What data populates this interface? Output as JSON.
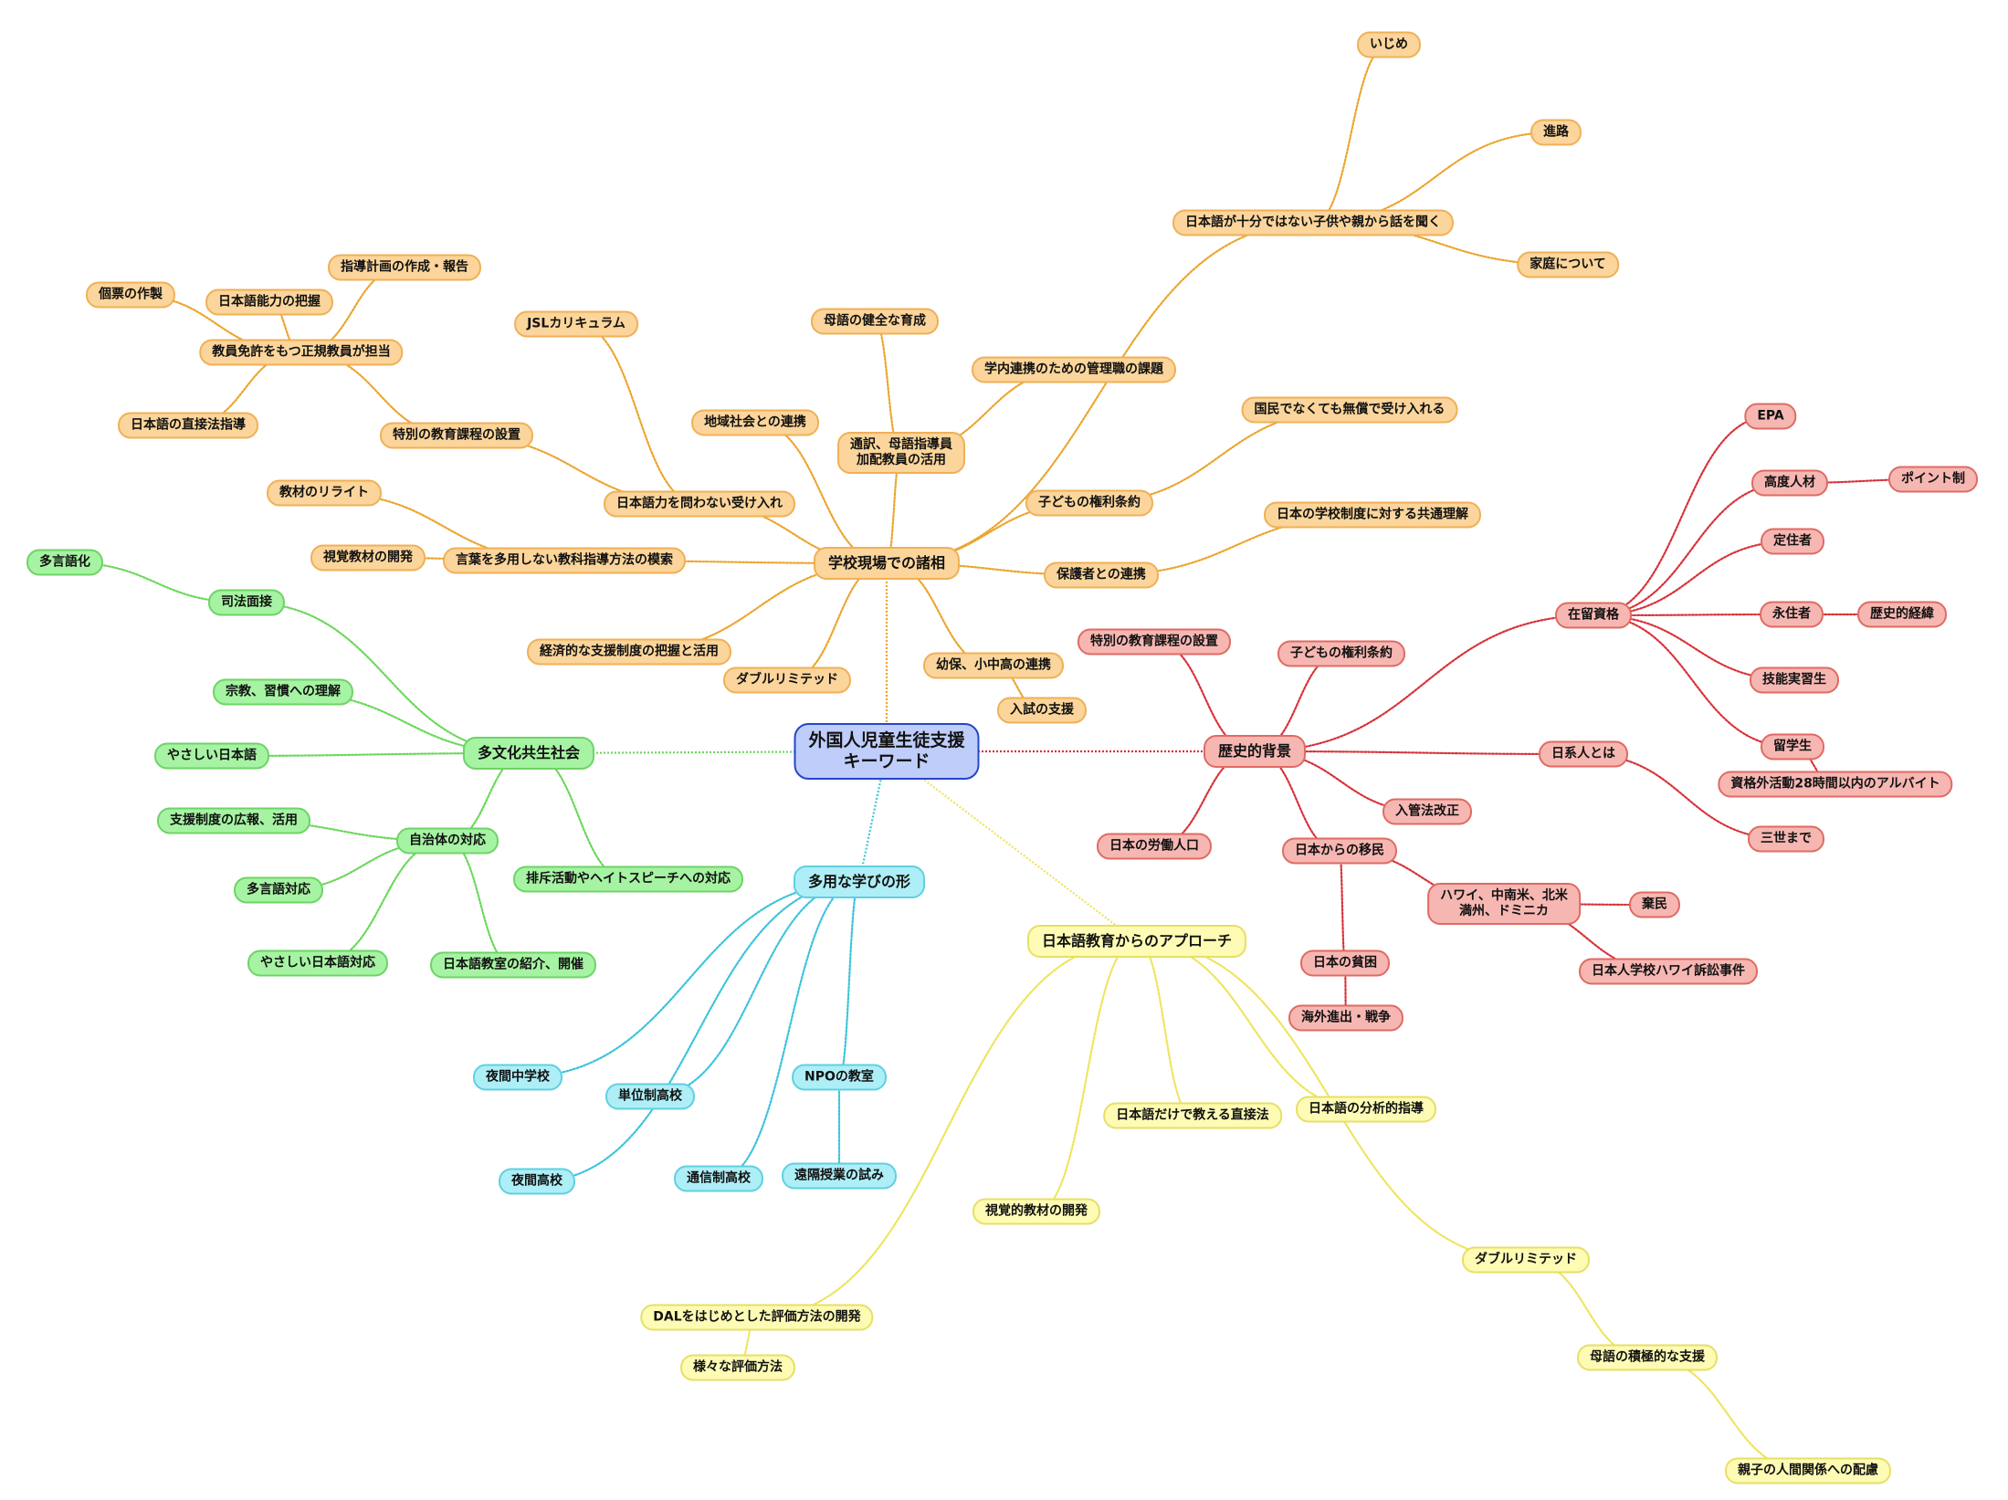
{
  "root": {
    "id": "root",
    "label": "外国人児童生徒支援\nキーワード"
  },
  "colors": {
    "orange": {
      "fill": "#fbd59b",
      "stroke": "#f0b056",
      "line": "#eca52e"
    },
    "green": {
      "fill": "#a6f3a3",
      "stroke": "#6dd466",
      "line": "#6ad85a"
    },
    "red": {
      "fill": "#f6b7b2",
      "stroke": "#e06a63",
      "line": "#d8323a"
    },
    "cyan": {
      "fill": "#aeeef6",
      "stroke": "#5fd0e1",
      "line": "#3cc3dc"
    },
    "yellow": {
      "fill": "#fdfbb4",
      "stroke": "#e7df66",
      "line": "#eee45a"
    },
    "root": {
      "fill": "#bfcdfb",
      "stroke": "#2546c9"
    }
  },
  "nodes": [
    {
      "id": "school",
      "label": "学校現場での諸相",
      "color": "orange",
      "parent": "root"
    },
    {
      "id": "s_jp_ok",
      "label": "日本語が十分ではない子供や親から話を聞く",
      "color": "orange",
      "parent": "school"
    },
    {
      "id": "s_ijime",
      "label": "いじめ",
      "color": "orange",
      "parent": "s_jp_ok"
    },
    {
      "id": "s_shinro",
      "label": "進路",
      "color": "orange",
      "parent": "s_jp_ok"
    },
    {
      "id": "s_katei",
      "label": "家庭について",
      "color": "orange",
      "parent": "s_jp_ok"
    },
    {
      "id": "s_kokumin",
      "label": "国民でなくても無償で受け入れる",
      "color": "orange",
      "parent": "s_kenri"
    },
    {
      "id": "s_kenri",
      "label": "子どもの権利条約",
      "color": "orange",
      "parent": "school"
    },
    {
      "id": "s_kyotsu",
      "label": "日本の学校制度に対する共通理解",
      "color": "orange",
      "parent": "s_hogosha"
    },
    {
      "id": "s_hogosha",
      "label": "保護者との連携",
      "color": "orange",
      "parent": "school"
    },
    {
      "id": "s_tsuyaku",
      "label": "通訳、母語指導員\n加配教員の活用",
      "color": "orange",
      "parent": "school"
    },
    {
      "id": "s_bogo",
      "label": "母語の健全な育成",
      "color": "orange",
      "parent": "s_tsuyaku"
    },
    {
      "id": "s_kanri",
      "label": "学内連携のための管理職の課題",
      "color": "orange",
      "parent": "s_tsuyaku"
    },
    {
      "id": "s_chiiki",
      "label": "地域社会との連携",
      "color": "orange",
      "parent": "school"
    },
    {
      "id": "s_ukeire",
      "label": "日本語力を問わない受け入れ",
      "color": "orange",
      "parent": "school"
    },
    {
      "id": "s_jsl",
      "label": "JSLカリキュラム",
      "color": "orange",
      "parent": "s_ukeire"
    },
    {
      "id": "s_tokubetsu",
      "label": "特別の教育課程の設置",
      "color": "orange",
      "parent": "s_ukeire"
    },
    {
      "id": "s_kyoin",
      "label": "教員免許をもつ正規教員が担当",
      "color": "orange",
      "parent": "s_tokubetsu"
    },
    {
      "id": "s_koshin",
      "label": "個票の作製",
      "color": "orange",
      "parent": "s_kyoin"
    },
    {
      "id": "s_haaku",
      "label": "日本語能力の把握",
      "color": "orange",
      "parent": "s_kyoin"
    },
    {
      "id": "s_shido",
      "label": "指導計画の作成・報告",
      "color": "orange",
      "parent": "s_kyoin"
    },
    {
      "id": "s_chokusetsu",
      "label": "日本語の直接法指導",
      "color": "orange",
      "parent": "s_kyoin"
    },
    {
      "id": "s_kotoba",
      "label": "言葉を多用しない教科指導方法の模索",
      "color": "orange",
      "parent": "school"
    },
    {
      "id": "s_rewrite",
      "label": "教材のリライト",
      "color": "orange",
      "parent": "s_kotoba"
    },
    {
      "id": "s_shikaku",
      "label": "視覚教材の開発",
      "color": "orange",
      "parent": "s_kotoba"
    },
    {
      "id": "s_keizai",
      "label": "経済的な支援制度の把握と活用",
      "color": "orange",
      "parent": "school"
    },
    {
      "id": "s_double",
      "label": "ダブルリミテッド",
      "color": "orange",
      "parent": "school"
    },
    {
      "id": "s_yoho",
      "label": "幼保、小中高の連携",
      "color": "orange",
      "parent": "school"
    },
    {
      "id": "s_nyushi",
      "label": "入試の支援",
      "color": "orange",
      "parent": "s_yoho"
    },
    {
      "id": "tabunka",
      "label": "多文化共生社会",
      "color": "green",
      "parent": "root"
    },
    {
      "id": "g_shiho",
      "label": "司法面接",
      "color": "green",
      "parent": "tabunka"
    },
    {
      "id": "g_tagengoka",
      "label": "多言語化",
      "color": "green",
      "parent": "g_shiho"
    },
    {
      "id": "g_shukyo",
      "label": "宗教、習慣への理解",
      "color": "green",
      "parent": "tabunka"
    },
    {
      "id": "g_yasashii",
      "label": "やさしい日本語",
      "color": "green",
      "parent": "tabunka"
    },
    {
      "id": "g_jichitai",
      "label": "自治体の対応",
      "color": "green",
      "parent": "tabunka"
    },
    {
      "id": "g_koho",
      "label": "支援制度の広報、活用",
      "color": "green",
      "parent": "g_jichitai"
    },
    {
      "id": "g_tagengo",
      "label": "多言語対応",
      "color": "green",
      "parent": "g_jichitai"
    },
    {
      "id": "g_yasashii2",
      "label": "やさしい日本語対応",
      "color": "green",
      "parent": "g_jichitai"
    },
    {
      "id": "g_kyoshitsu",
      "label": "日本語教室の紹介、開催",
      "color": "green",
      "parent": "g_jichitai"
    },
    {
      "id": "g_haiseki",
      "label": "排斥活動やヘイトスピーチへの対応",
      "color": "green",
      "parent": "tabunka"
    },
    {
      "id": "rekishi",
      "label": "歴史的背景",
      "color": "red",
      "parent": "root"
    },
    {
      "id": "r_tokubetsu",
      "label": "特別の教育課程の設置",
      "color": "red",
      "parent": "rekishi"
    },
    {
      "id": "r_kenri",
      "label": "子どもの権利条約",
      "color": "red",
      "parent": "rekishi"
    },
    {
      "id": "r_zairyu",
      "label": "在留資格",
      "color": "red",
      "parent": "rekishi"
    },
    {
      "id": "r_epa",
      "label": "EPA",
      "color": "red",
      "parent": "r_zairyu"
    },
    {
      "id": "r_kodo",
      "label": "高度人材",
      "color": "red",
      "parent": "r_zairyu"
    },
    {
      "id": "r_point",
      "label": "ポイント制",
      "color": "red",
      "parent": "r_kodo"
    },
    {
      "id": "r_teiju",
      "label": "定住者",
      "color": "red",
      "parent": "r_zairyu"
    },
    {
      "id": "r_eiju",
      "label": "永住者",
      "color": "red",
      "parent": "r_zairyu"
    },
    {
      "id": "r_keii",
      "label": "歴史的経緯",
      "color": "red",
      "parent": "r_eiju"
    },
    {
      "id": "r_gino",
      "label": "技能実習生",
      "color": "red",
      "parent": "r_zairyu"
    },
    {
      "id": "r_ryugaku",
      "label": "留学生",
      "color": "red",
      "parent": "r_zairyu"
    },
    {
      "id": "r_arbeit",
      "label": "資格外活動28時間以内のアルバイト",
      "color": "red",
      "parent": "r_ryugaku"
    },
    {
      "id": "r_nikkei",
      "label": "日系人とは",
      "color": "red",
      "parent": "rekishi"
    },
    {
      "id": "r_sansei",
      "label": "三世まで",
      "color": "red",
      "parent": "r_nikkei"
    },
    {
      "id": "r_nyukan",
      "label": "入管法改正",
      "color": "red",
      "parent": "rekishi"
    },
    {
      "id": "r_rodo",
      "label": "日本の労働人口",
      "color": "red",
      "parent": "rekishi"
    },
    {
      "id": "r_imin",
      "label": "日本からの移民",
      "color": "red",
      "parent": "rekishi"
    },
    {
      "id": "r_hawaii",
      "label": "ハワイ、中南米、北米\n満州、ドミニカ",
      "color": "red",
      "parent": "r_imin"
    },
    {
      "id": "r_kimin",
      "label": "棄民",
      "color": "red",
      "parent": "r_hawaii"
    },
    {
      "id": "r_sosho",
      "label": "日本人学校ハワイ訴訟事件",
      "color": "red",
      "parent": "r_hawaii"
    },
    {
      "id": "r_hinkon",
      "label": "日本の貧困",
      "color": "red",
      "parent": "r_imin"
    },
    {
      "id": "r_senso",
      "label": "海外進出・戦争",
      "color": "red",
      "parent": "r_hinkon"
    },
    {
      "id": "manabi",
      "label": "多用な学びの形",
      "color": "cyan",
      "parent": "root"
    },
    {
      "id": "c_yakanchu",
      "label": "夜間中学校",
      "color": "cyan",
      "parent": "manabi"
    },
    {
      "id": "c_tani",
      "label": "単位制高校",
      "color": "cyan",
      "parent": "manabi"
    },
    {
      "id": "c_npo",
      "label": "NPOの教室",
      "color": "cyan",
      "parent": "manabi"
    },
    {
      "id": "c_enkaku",
      "label": "遠隔授業の試み",
      "color": "cyan",
      "parent": "c_npo"
    },
    {
      "id": "c_yakan",
      "label": "夜間高校",
      "color": "cyan",
      "parent": "manabi"
    },
    {
      "id": "c_tsushin",
      "label": "通信制高校",
      "color": "cyan",
      "parent": "manabi"
    },
    {
      "id": "nihongo",
      "label": "日本語教育からのアプローチ",
      "color": "yellow",
      "parent": "root"
    },
    {
      "id": "y_chokusetsu",
      "label": "日本語だけで教える直接法",
      "color": "yellow",
      "parent": "nihongo"
    },
    {
      "id": "y_bunseki",
      "label": "日本語の分析的指導",
      "color": "yellow",
      "parent": "nihongo"
    },
    {
      "id": "y_shikaku",
      "label": "視覚的教材の開発",
      "color": "yellow",
      "parent": "nihongo"
    },
    {
      "id": "y_dal",
      "label": "DALをはじめとした評価方法の開発",
      "color": "yellow",
      "parent": "nihongo"
    },
    {
      "id": "y_hyoka",
      "label": "様々な評価方法",
      "color": "yellow",
      "parent": "y_dal"
    },
    {
      "id": "y_double",
      "label": "ダブルリミテッド",
      "color": "yellow",
      "parent": "nihongo"
    },
    {
      "id": "y_bogo",
      "label": "母語の積極的な支援",
      "color": "yellow",
      "parent": "y_double"
    },
    {
      "id": "y_oyako",
      "label": "親子の人間関係への配慮",
      "color": "yellow",
      "parent": "y_bogo"
    }
  ]
}
